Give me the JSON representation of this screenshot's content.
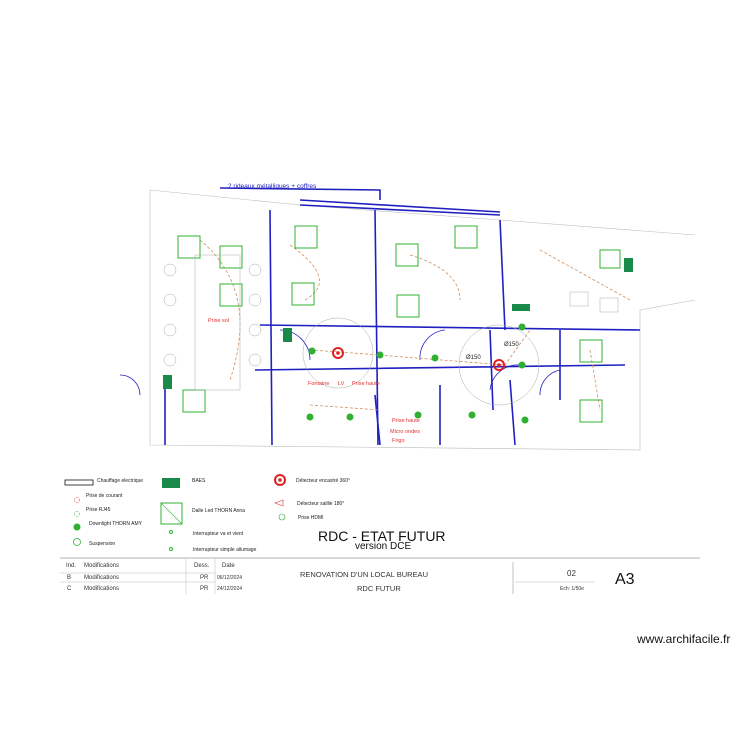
{
  "plan": {
    "top_note": "2 rideaux métalliques + coffres",
    "labels": {
      "prise_sol": "Prise sol",
      "fontaine": "Fontaine",
      "lv": "LV",
      "prise_haute_1": "Prise haute",
      "prise_haute_2": "Prise haute",
      "micro_ondes": "Micro ondes",
      "frigo": "Frigo",
      "diam_1": "Ø150",
      "diam_2": "Ø150"
    },
    "colors": {
      "walls": "#2020c0",
      "lighting": "#30b030",
      "electric": "#e03030",
      "circuits": "#d09060"
    }
  },
  "legend": {
    "items": [
      {
        "icon": "radiator-icon",
        "label": "Chauffage electrique"
      },
      {
        "icon": "outlet-icon",
        "label": "Prise de courant"
      },
      {
        "icon": "rj45-icon",
        "label": "Prise RJ45"
      },
      {
        "icon": "downlight-icon",
        "label": "Downlight THORN AMY"
      },
      {
        "icon": "suspension-icon",
        "label": "Suspension"
      },
      {
        "icon": "emergency-exit-icon",
        "label": "BAES"
      },
      {
        "icon": "led-panel-icon",
        "label": "Dalle Led THORN Anna"
      },
      {
        "icon": "two-way-switch-icon",
        "label": "Interrupteur va et vient"
      },
      {
        "icon": "single-switch-icon",
        "label": "Interrupteur simple allumage"
      },
      {
        "icon": "detector-360-icon",
        "label": "Détecteur encastré 360°"
      },
      {
        "icon": "detector-180-icon",
        "label": "Détecteur saillie 180°"
      },
      {
        "icon": "hdmi-icon",
        "label": "Prise HDMI"
      }
    ]
  },
  "title": {
    "main": "RDC - ETAT FUTUR",
    "version": "version DCE"
  },
  "title_block": {
    "headers": {
      "ind": "Ind.",
      "modif": "Modifications",
      "dess": "Dess.",
      "date": "Date"
    },
    "rows": [
      {
        "ind": "B",
        "modif": "Modifications",
        "dess": "PR",
        "date": "06/12/2024"
      },
      {
        "ind": "C",
        "modif": "Modifications",
        "dess": "PR",
        "date": "24/12/2024"
      }
    ],
    "project": "RENOVATION D'UN LOCAL BUREAU",
    "drawing": "RDC FUTUR",
    "sheet": "02",
    "scale": "Ech: 1/50e",
    "format": "A3"
  },
  "watermark": "www.archifacile.fr"
}
